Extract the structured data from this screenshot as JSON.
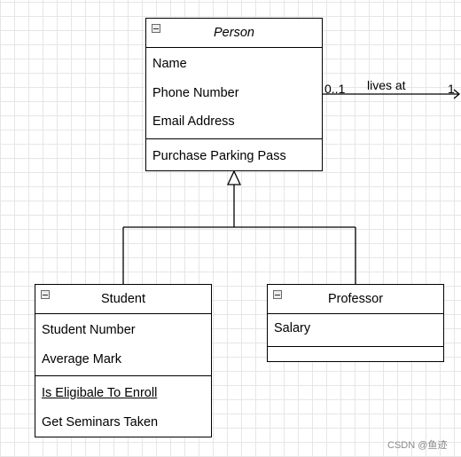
{
  "diagram": {
    "classes": {
      "person": {
        "name": "Person",
        "attributes": [
          "Name",
          "Phone Number",
          "Email Address"
        ],
        "operations": [
          "Purchase Parking Pass"
        ]
      },
      "student": {
        "name": "Student",
        "attributes": [
          "Student Number",
          "Average Mark"
        ],
        "operations": [
          "Is Eligibale To Enroll",
          "Get Seminars Taken"
        ]
      },
      "professor": {
        "name": "Professor",
        "attributes": [
          "Salary"
        ],
        "operations": []
      }
    },
    "association": {
      "label": "lives at",
      "source_multiplicity": "0..1",
      "target_multiplicity": "1"
    },
    "watermark": "CSDN @鱼迹"
  }
}
